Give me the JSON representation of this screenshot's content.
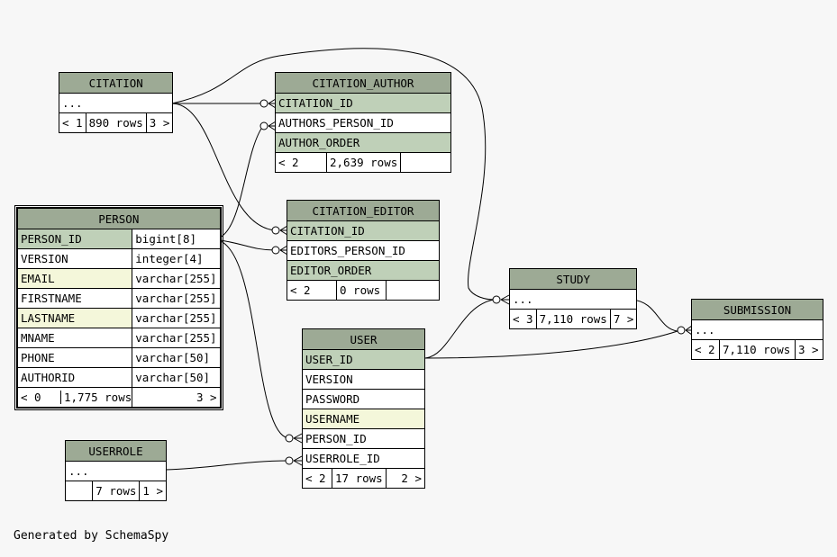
{
  "credit": "Generated by SchemaSpy",
  "tables": {
    "citation": {
      "name": "CITATION",
      "row1": "...",
      "foot": [
        "< 1",
        "890 rows",
        "3 >"
      ]
    },
    "citation_author": {
      "name": "CITATION_AUTHOR",
      "cols": [
        "CITATION_ID",
        "AUTHORS_PERSON_ID",
        "AUTHOR_ORDER"
      ],
      "foot": [
        "< 2",
        "2,639 rows",
        ""
      ]
    },
    "citation_editor": {
      "name": "CITATION_EDITOR",
      "cols": [
        "CITATION_ID",
        "EDITORS_PERSON_ID",
        "EDITOR_ORDER"
      ],
      "foot": [
        "< 2",
        "0 rows",
        ""
      ]
    },
    "person": {
      "name": "PERSON",
      "cols": [
        {
          "name": "PERSON_ID",
          "type": "bigint[8]"
        },
        {
          "name": "VERSION",
          "type": "integer[4]"
        },
        {
          "name": "EMAIL",
          "type": "varchar[255]"
        },
        {
          "name": "FIRSTNAME",
          "type": "varchar[255]"
        },
        {
          "name": "LASTNAME",
          "type": "varchar[255]"
        },
        {
          "name": "MNAME",
          "type": "varchar[255]"
        },
        {
          "name": "PHONE",
          "type": "varchar[50]"
        },
        {
          "name": "AUTHORID",
          "type": "varchar[50]"
        }
      ],
      "foot": [
        "< 0",
        "1,775 rows",
        "3 >"
      ]
    },
    "user": {
      "name": "USER",
      "cols": [
        "USER_ID",
        "VERSION",
        "PASSWORD",
        "USERNAME",
        "PERSON_ID",
        "USERROLE_ID"
      ],
      "foot": [
        "< 2",
        "17 rows",
        "2 >"
      ]
    },
    "userrole": {
      "name": "USERROLE",
      "row1": "...",
      "foot": [
        "",
        "7 rows",
        "1 >"
      ]
    },
    "study": {
      "name": "STUDY",
      "row1": "...",
      "foot": [
        "< 3",
        "7,110 rows",
        "7 >"
      ]
    },
    "submission": {
      "name": "SUBMISSION",
      "row1": "...",
      "foot": [
        "< 2",
        "7,110 rows",
        "3 >"
      ]
    }
  }
}
